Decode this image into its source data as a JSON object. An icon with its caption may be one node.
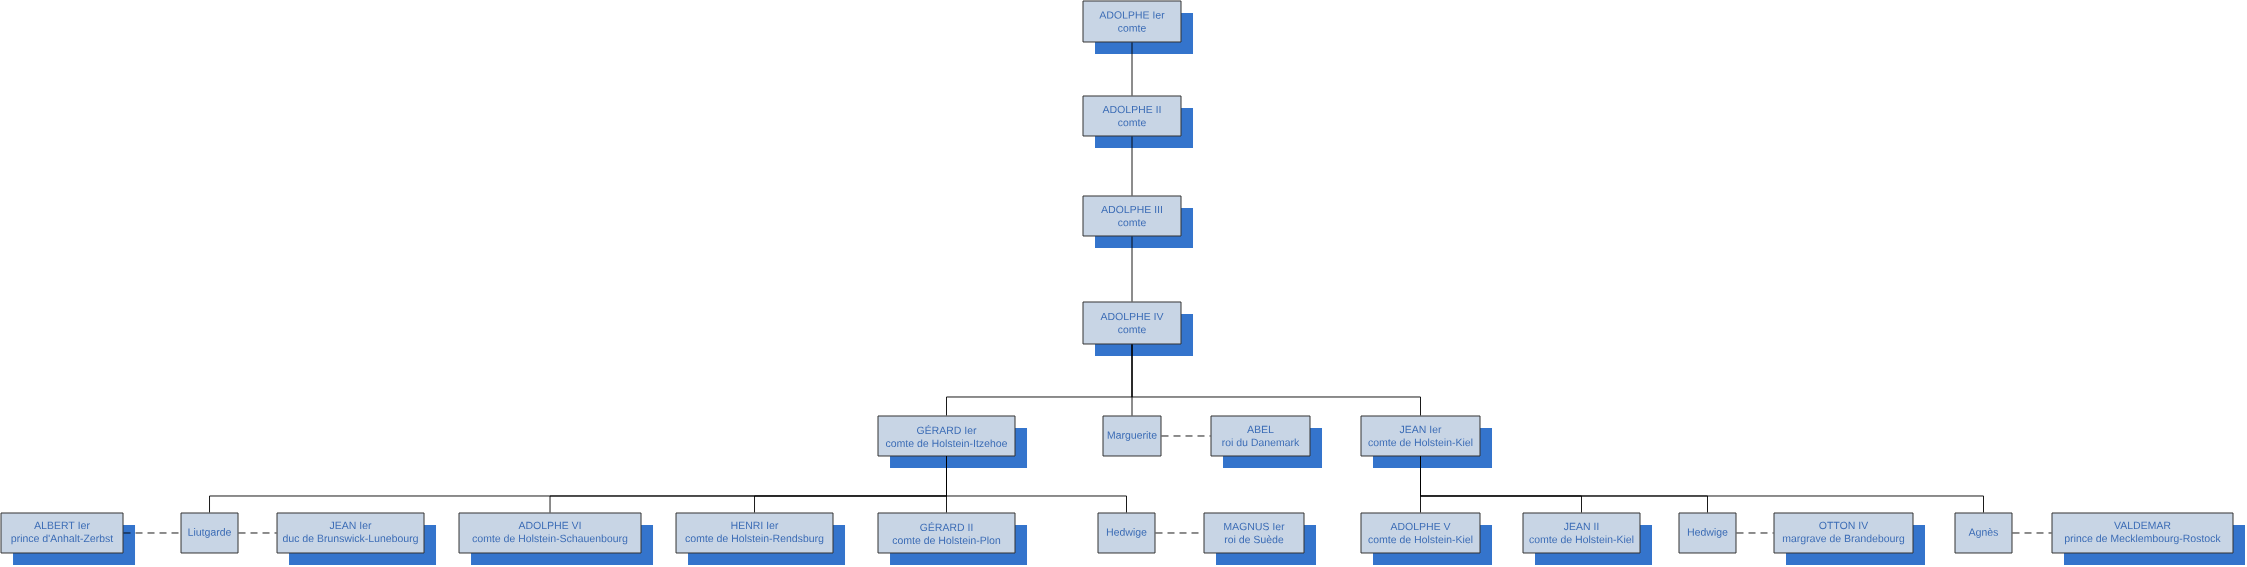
{
  "diagram": {
    "nodes": [
      {
        "text": [
          "ADOLPHE Ier",
          "comte"
        ]
      },
      {
        "text": [
          "ADOLPHE II",
          "comte"
        ]
      },
      {
        "text": [
          "ADOLPHE III",
          "comte"
        ]
      },
      {
        "text": [
          "ADOLPHE IV",
          "comte"
        ]
      },
      {
        "text": [
          "GÉRARD Ier",
          "comte de Holstein-Itzehoe"
        ]
      },
      {
        "text": [
          "Marguerite"
        ]
      },
      {
        "text": [
          "ABEL",
          "roi du Danemark"
        ]
      },
      {
        "text": [
          "JEAN Ier",
          "comte de Holstein-Kiel"
        ]
      },
      {
        "text": [
          "ALBERT Ier",
          "prince d'Anhalt-Zerbst"
        ]
      },
      {
        "text": [
          "Liutgarde"
        ]
      },
      {
        "text": [
          "JEAN Ier",
          "duc de Brunswick-Lunebourg"
        ]
      },
      {
        "text": [
          "ADOLPHE VI",
          "comte de Holstein-Schauenbourg"
        ]
      },
      {
        "text": [
          "HENRI Ier",
          "comte de Holstein-Rendsburg"
        ]
      },
      {
        "text": [
          "GÉRARD II",
          "comte de Holstein-Plon"
        ]
      },
      {
        "text": [
          "Hedwige"
        ]
      },
      {
        "text": [
          "MAGNUS Ier",
          "roi de Suède"
        ]
      },
      {
        "text": [
          "ADOLPHE V",
          "comte de Holstein-Kiel"
        ]
      },
      {
        "text": [
          "JEAN II",
          "comte de Holstein-Kiel"
        ]
      },
      {
        "text": [
          "Hedwige"
        ]
      },
      {
        "text": [
          "OTTON IV",
          "margrave de Brandebourg"
        ]
      },
      {
        "text": [
          "Agnès"
        ]
      },
      {
        "text": [
          "VALDEMAR",
          "prince de Mecklembourg-Rostock"
        ]
      }
    ],
    "edges": [
      {
        "from": 0,
        "to": 1,
        "arrow": "none"
      },
      {
        "from": 1,
        "to": 2,
        "arrow": "none"
      },
      {
        "from": 2,
        "to": 3,
        "arrow": "none"
      },
      {
        "from": 3,
        "to": 4,
        "arrow": "none"
      },
      {
        "from": 3,
        "to": 5,
        "arrow": "none"
      },
      {
        "from": 3,
        "to": 7,
        "arrow": "none"
      },
      {
        "from": 5,
        "to": 6,
        "arrow": "none",
        "style": "dashed"
      },
      {
        "from": 4,
        "to": 9,
        "arrow": "none"
      },
      {
        "from": 4,
        "to": 11,
        "arrow": "none"
      },
      {
        "from": 4,
        "to": 12,
        "arrow": "none"
      },
      {
        "from": 4,
        "to": 13,
        "arrow": "none"
      },
      {
        "from": 4,
        "to": 14,
        "arrow": "none"
      },
      {
        "from": 8,
        "to": 9,
        "arrow": "none",
        "style": "dashed"
      },
      {
        "from": 9,
        "to": 10,
        "arrow": "none",
        "style": "dashed"
      },
      {
        "from": 14,
        "to": 15,
        "arrow": "none",
        "style": "dashed"
      },
      {
        "from": 7,
        "to": 16,
        "arrow": "none"
      },
      {
        "from": 7,
        "to": 17,
        "arrow": "none"
      },
      {
        "from": 7,
        "to": 18,
        "arrow": "none"
      },
      {
        "from": 7,
        "to": 20,
        "arrow": "none"
      },
      {
        "from": 18,
        "to": 19,
        "arrow": "none",
        "style": "dashed"
      },
      {
        "from": 20,
        "to": 21,
        "arrow": "none",
        "style": "dashed"
      }
    ]
  }
}
